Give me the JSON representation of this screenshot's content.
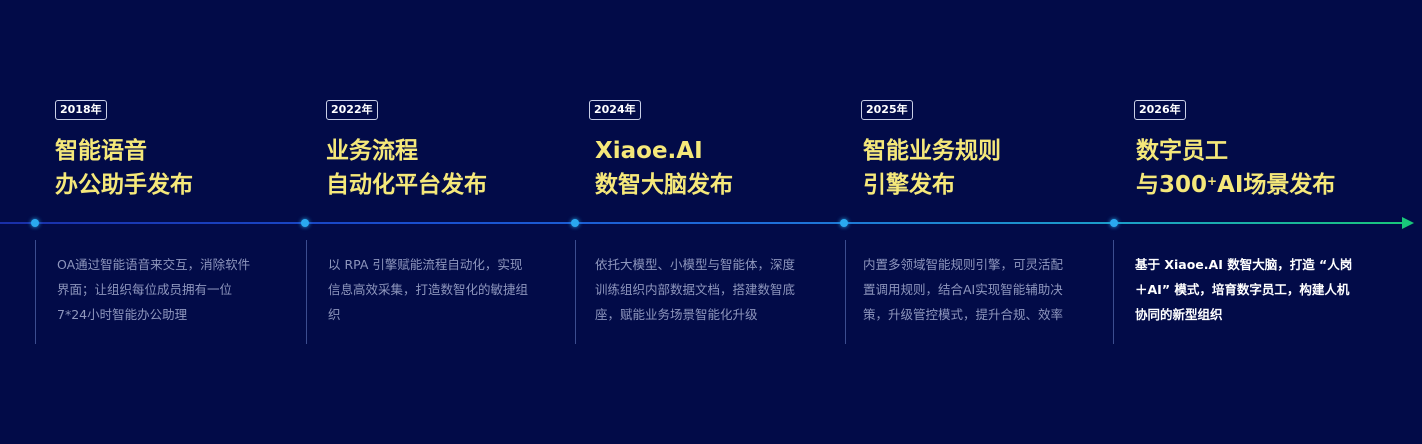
{
  "milestones": [
    {
      "year": "2018年",
      "title_line1": "智能语音",
      "title_line2": "办公助手发布",
      "description": "OA通过智能语音来交互，消除软件界面；让组织每位成员拥有一位7*24小时智能办公助理"
    },
    {
      "year": "2022年",
      "title_line1": "业务流程",
      "title_line2": "自动化平台发布",
      "description": "以 RPA 引擎赋能流程自动化，实现信息高效采集，打造数智化的敏捷组织"
    },
    {
      "year": "2024年",
      "title_line1": "Xiaoe.AI",
      "title_line2": "数智大脑发布",
      "description": "依托大模型、小模型与智能体，深度训练组织内部数据文档，搭建数智底座，赋能业务场景智能化升级"
    },
    {
      "year": "2025年",
      "title_line1": "智能业务规则",
      "title_line2": "引擎发布",
      "description": "内置多领域智能规则引擎，可灵活配置调用规则，结合AI实现智能辅助决策，升级管控模式，提升合规、效率"
    },
    {
      "year": "2026年",
      "title_line1": "数字员工",
      "title_line2_prefix": "与300",
      "title_line2_sup": "+",
      "title_line2_suffix": "AI场景发布",
      "description": "基于 Xiaoe.AI 数智大脑，打造 “人岗＋AI” 模式，培育数字员工，构建人机协同的新型组织"
    }
  ],
  "colors": {
    "background": "#020b48",
    "title": "#f5e87a",
    "description": "#8e96bd",
    "highlight_description": "#ffffff",
    "dot": "#2aa9ef",
    "axis_start": "#1a2fa8",
    "axis_end": "#19c77a"
  }
}
